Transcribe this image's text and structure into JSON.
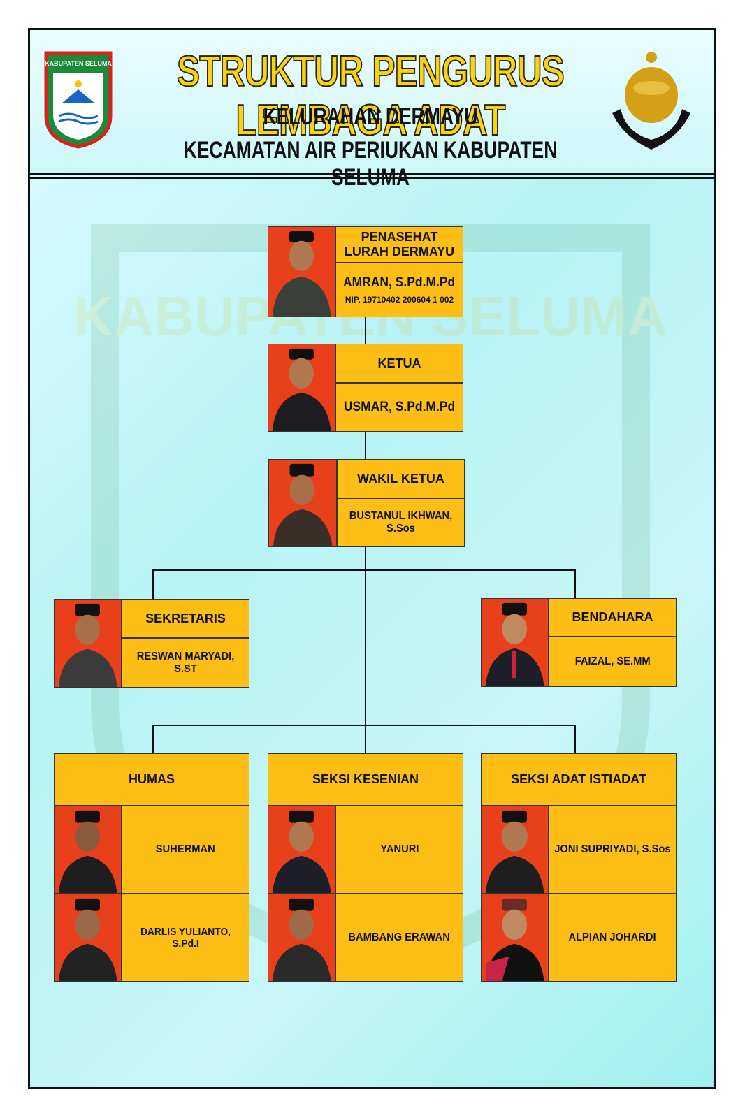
{
  "header": {
    "title": "STRUKTUR PENGURUS LEMBAGA ADAT",
    "subtitle1": "KELURAHAN DERMAYU",
    "subtitle2": "KECAMATAN AIR PERIUKAN KABUPATEN SELUMA",
    "logo_left_text": "KABUPATEN SELUMA"
  },
  "watermark_text": "KABUPATEN SELUMA",
  "penasehat": {
    "role_line1": "PENASEHAT",
    "role_line2": "LURAH DERMAYU",
    "name": "AMRAN, S.Pd.M.Pd",
    "nip": "NIP. 19710402 200604 1 002"
  },
  "ketua": {
    "role": "KETUA",
    "name": "USMAR, S.Pd.M.Pd"
  },
  "wakil": {
    "role": "WAKIL KETUA",
    "name": "BUSTANUL IKHWAN, S.Sos"
  },
  "sekretaris": {
    "role": "SEKRETARIS",
    "name": "RESWAN MARYADI, S.ST"
  },
  "bendahara": {
    "role": "BENDAHARA",
    "name": "FAIZAL, SE.MM"
  },
  "humas": {
    "role": "HUMAS",
    "members": [
      "SUHERMAN",
      "DARLIS YULIANTO, S.Pd.I"
    ]
  },
  "kesenian": {
    "role": "SEKSI KESENIAN",
    "members": [
      "YANURI",
      "BAMBANG ERAWAN"
    ]
  },
  "istiadat": {
    "role": "SEKSI ADAT ISTIADAT",
    "members": [
      "JONI SUPRIYADI, S.Sos",
      "ALPIAN JOHARDI"
    ]
  },
  "colors": {
    "box_fill": "#fdbf16",
    "photo_bg": "#e8401a",
    "title": "#f6d219",
    "background": "#c8f6f7"
  }
}
